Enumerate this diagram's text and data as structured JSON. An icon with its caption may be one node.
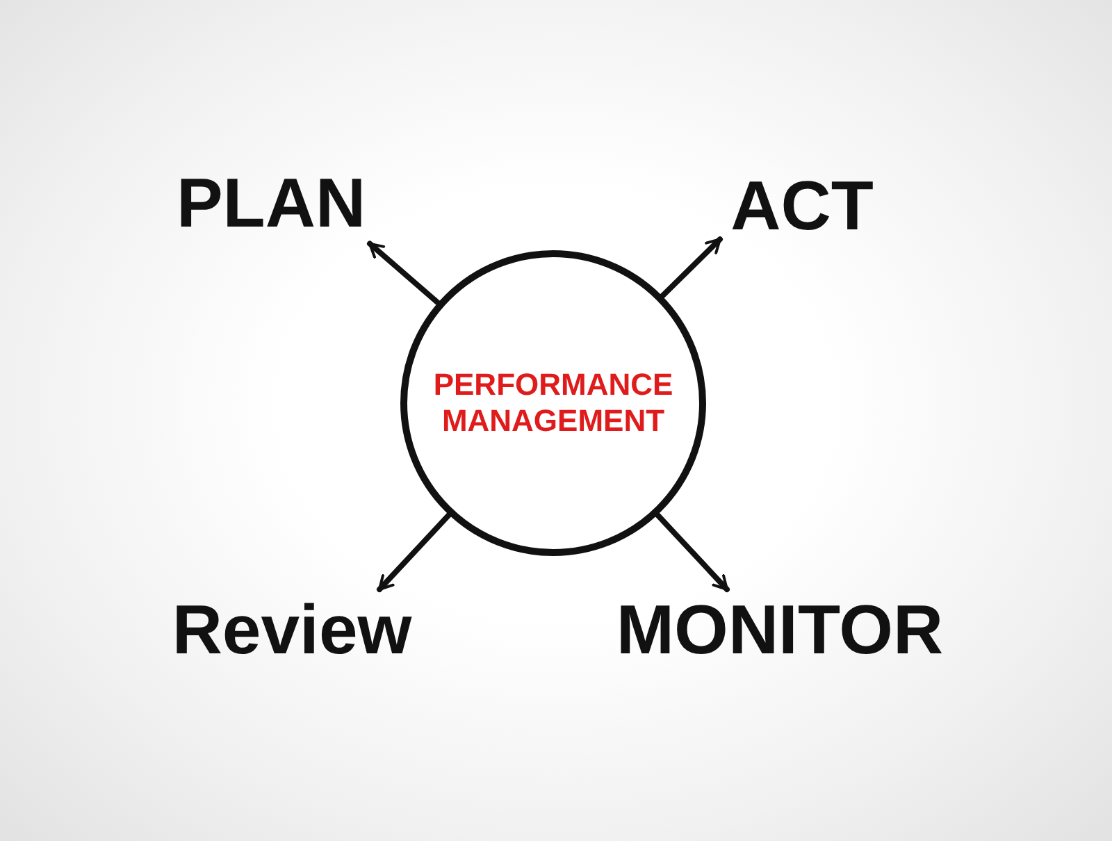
{
  "diagram": {
    "nodes": [
      {
        "text": [
          "PERFORMANCE MANAGEMENT"
        ]
      },
      {
        "text": [
          "PLAN"
        ]
      },
      {
        "text": [
          "ACT"
        ]
      },
      {
        "text": [
          "Review"
        ]
      },
      {
        "text": [
          "MONITOR"
        ]
      }
    ],
    "edges": [
      {
        "from": 0,
        "to": 1,
        "arrow": "to"
      },
      {
        "from": 0,
        "to": 2,
        "arrow": "to"
      },
      {
        "from": 0,
        "to": 3,
        "arrow": "to"
      },
      {
        "from": 0,
        "to": 4,
        "arrow": "to"
      }
    ]
  }
}
